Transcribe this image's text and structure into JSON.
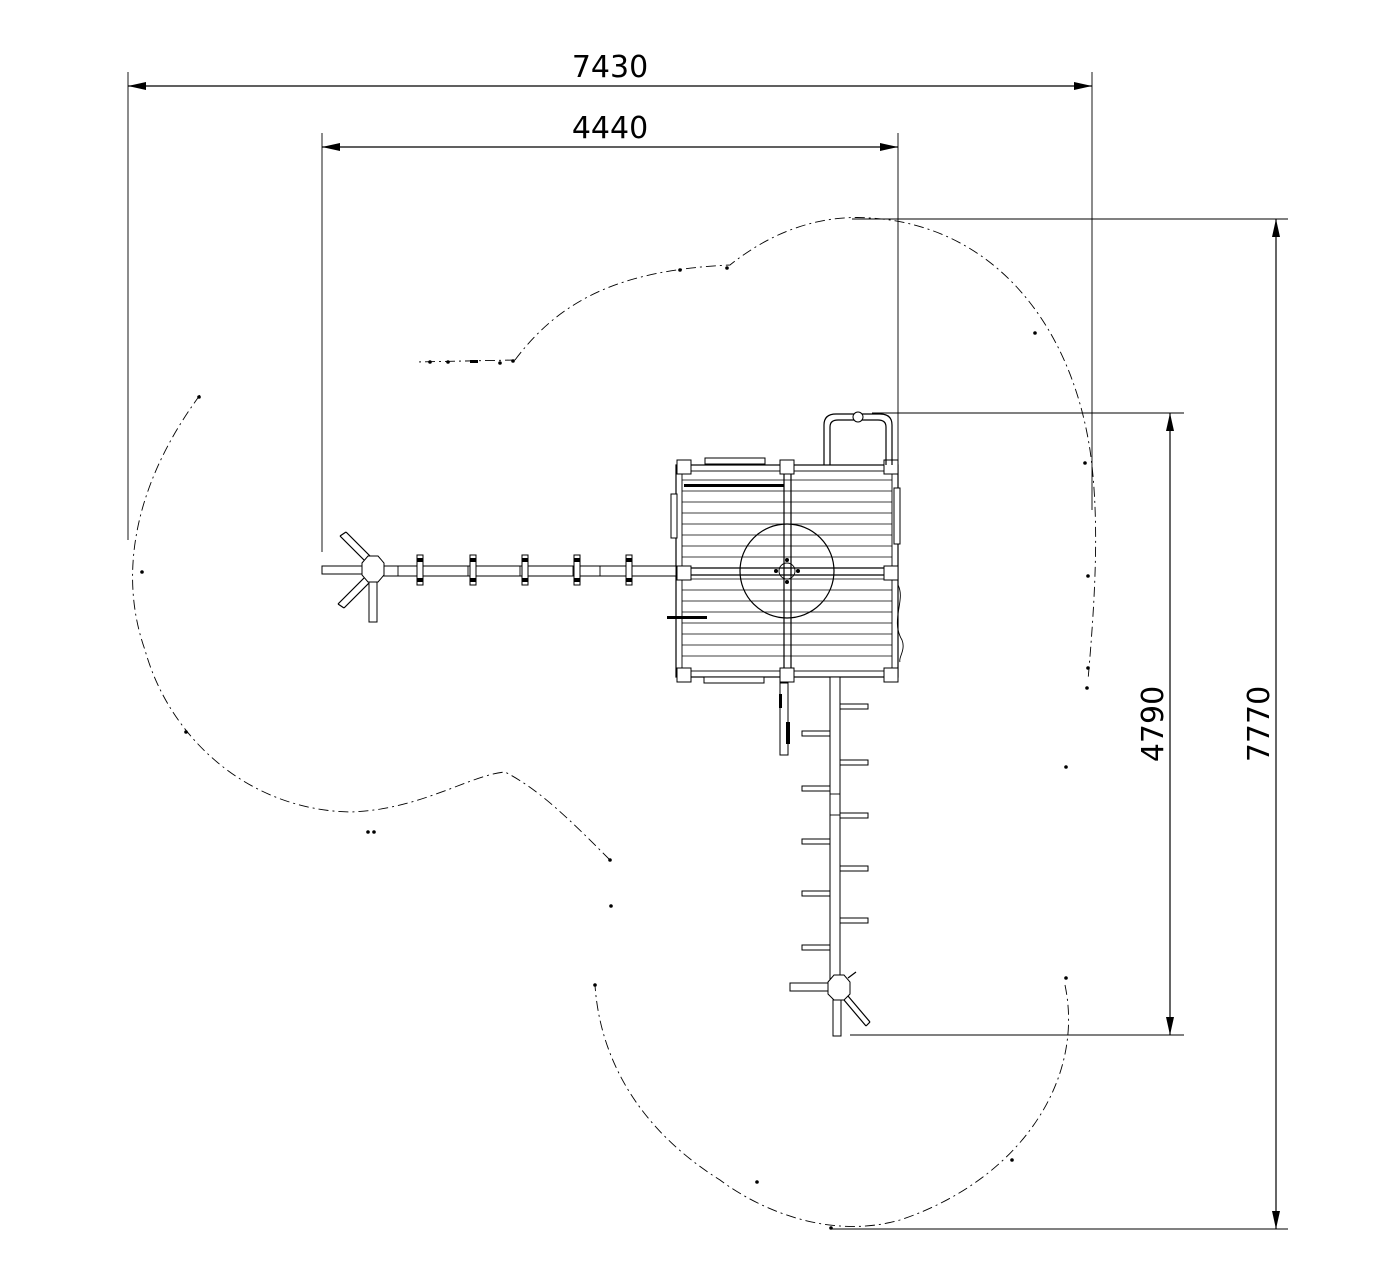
{
  "dimensions": {
    "overall_width": "7430",
    "structure_width": "4440",
    "structure_depth": "4790",
    "overall_depth": "7770"
  },
  "colors": {
    "line": "#000000",
    "background": "#ffffff"
  }
}
